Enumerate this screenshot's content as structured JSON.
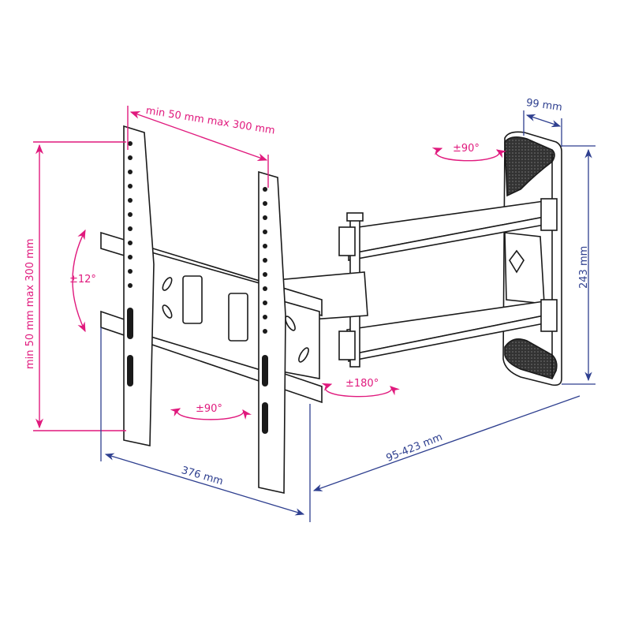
{
  "diagram": {
    "subject": "Full-motion TV wall mount bracket",
    "colors": {
      "vesa_dimension": "#e0197d",
      "mount_dimension": "#2e3f8f",
      "outline": "#1a1a1a",
      "fill": "#ffffff",
      "grip": "#3a3a3a"
    },
    "dimensions": {
      "vesa_horizontal": "min 50 mm max 300 mm",
      "vesa_vertical": "min 50 mm max 300 mm",
      "depth_wall_plate": "99 mm",
      "height_wall_plate": "243 mm",
      "width_tv_bracket": "376 mm",
      "extension": "95-423 mm"
    },
    "rotations": {
      "tilt": "±12°",
      "swivel_wall": "±90°",
      "swivel_mid": "±180°",
      "swivel_tv": "±90°"
    }
  }
}
